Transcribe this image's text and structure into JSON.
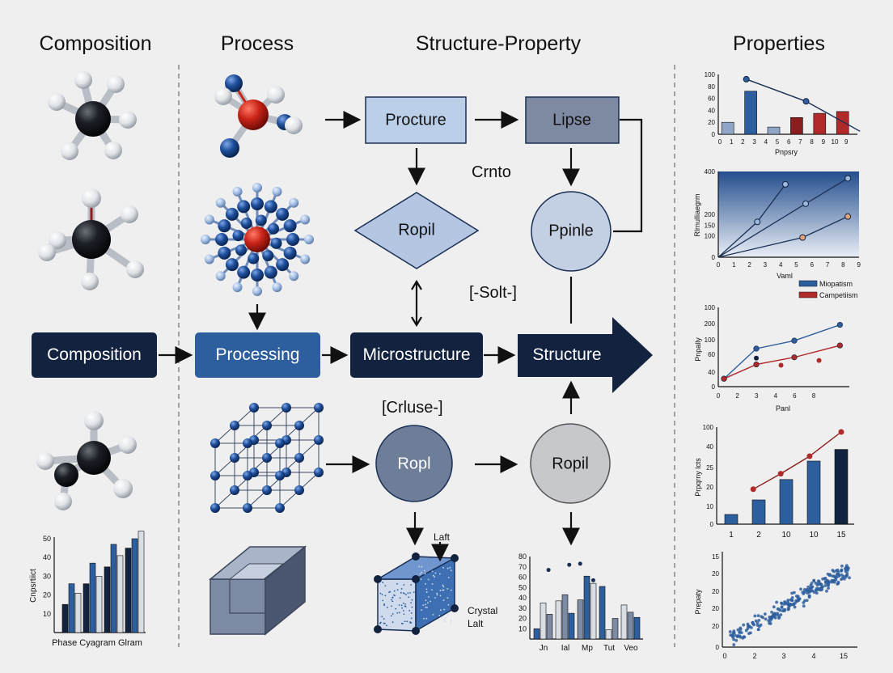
{
  "columns": {
    "composition": "Composition",
    "process": "Process",
    "structure_property": "Structure-Property",
    "properties": "Properties"
  },
  "flow": {
    "composition": "Composition",
    "processing": "Processing",
    "microstructure": "Microstructure",
    "structure": "Structure"
  },
  "nodes": {
    "procture": "Procture",
    "lipse": "Lipse",
    "ropil_diamond": "Ropil",
    "ppinle": "Ppinle",
    "ropl_circle": "Ropl",
    "ropil_circle": "Ropil"
  },
  "labels": {
    "crnto": "Crnto",
    "solt": "[-Solt-]",
    "crluse": "[Crluse-]",
    "laft": "Laft",
    "crystal_line1": "Crystal",
    "crystal_line2": "Lalt"
  },
  "chart_data": [
    {
      "id": "composition-bars",
      "type": "bar",
      "xlabel": "Phase Cyagram Glram",
      "ylabel": "Cnpsrtiict",
      "ylim": [
        0,
        50
      ],
      "yticks": [
        10,
        20,
        30,
        40,
        50
      ],
      "series": [
        {
          "values": [
            15,
            26,
            35,
            45
          ]
        },
        {
          "values": [
            26,
            37,
            47,
            50
          ]
        },
        {
          "values": [
            21,
            30,
            41,
            54
          ]
        }
      ],
      "colors": [
        "#13223f",
        "#2d5e9d",
        "#d9dde4"
      ]
    },
    {
      "id": "structure-bars",
      "type": "bar",
      "categories": [
        "Jn",
        "Ial",
        "Mp",
        "Tut",
        "Veo"
      ],
      "ylim": [
        0,
        80
      ],
      "yticks": [
        10,
        20,
        30,
        40,
        50,
        60,
        70,
        80
      ],
      "series": [
        {
          "values": [
            10,
            37,
            38,
            51,
            33
          ]
        },
        {
          "values": [
            35,
            43,
            61,
            9,
            26
          ]
        },
        {
          "values": [
            24,
            25,
            54,
            20,
            21
          ]
        }
      ],
      "dots": [
        [
          1.3,
          67
        ],
        [
          2.25,
          72
        ],
        [
          2.75,
          73
        ],
        [
          3.35,
          57
        ]
      ]
    },
    {
      "id": "prop-chart-1",
      "type": "bar",
      "xlabel": "Pnpsry",
      "ylim": [
        0,
        100
      ],
      "yticks": [
        0,
        20,
        40,
        60,
        80,
        100
      ],
      "xticks": [
        "0",
        "1",
        "2",
        "3",
        "4",
        "5",
        "6",
        "7",
        "8",
        "9",
        "10",
        "9"
      ],
      "bars": [
        {
          "x": 1,
          "value": 20,
          "color": "#8fa6c6"
        },
        {
          "x": 3,
          "value": 72,
          "color": "#2d5e9d"
        },
        {
          "x": 5,
          "value": 12,
          "color": "#8fa6c6"
        },
        {
          "x": 7,
          "value": 28,
          "color": "#8a1d1d"
        },
        {
          "x": 9,
          "value": 35,
          "color": "#b02a2a"
        },
        {
          "x": 11,
          "value": 38,
          "color": "#b02a2a"
        }
      ],
      "line": [
        [
          2.3,
          92
        ],
        [
          7.5,
          55
        ],
        [
          12.2,
          5
        ]
      ]
    },
    {
      "id": "prop-chart-2",
      "type": "line",
      "xlabel": "Vaml",
      "ylabel": "Rlrnulliaegrm",
      "ylim": [
        0,
        400
      ],
      "yticks": [
        0,
        100,
        150,
        200,
        400
      ],
      "xticks": [
        "0",
        "1",
        "2",
        "3",
        "4",
        "5",
        "6",
        "7",
        "8",
        "9"
      ],
      "series": [
        {
          "points": [
            [
              0,
              0
            ],
            [
              2.5,
              165
            ],
            [
              4.3,
              340
            ]
          ],
          "color": "#1a2f55"
        },
        {
          "points": [
            [
              0,
              0
            ],
            [
              5.6,
              250
            ],
            [
              8.3,
              368
            ]
          ],
          "color": "#1a2f55"
        },
        {
          "points": [
            [
              0,
              0
            ],
            [
              5.4,
              92
            ],
            [
              8.3,
              190
            ]
          ],
          "color": "#1a2f55"
        }
      ]
    },
    {
      "id": "prop-chart-3",
      "type": "line",
      "xlabel": "Panl",
      "ylabel": "Pnpally",
      "ylim": [
        0,
        100
      ],
      "yticks": [
        0,
        40,
        60,
        100,
        200
      ],
      "xticks": [
        "0",
        "2",
        "3",
        "4",
        "6",
        "8"
      ],
      "legend": [
        "Miopatism",
        "Campetiism"
      ],
      "legend_colors": [
        "#2d5e9d",
        "#b02a2a"
      ],
      "series": [
        {
          "points": [
            [
              0.3,
              10
            ],
            [
              2,
              48
            ],
            [
              4,
              58
            ],
            [
              6.4,
              78
            ]
          ],
          "color": "#2d5e9d"
        },
        {
          "points": [
            [
              0.3,
              10
            ],
            [
              2,
              28
            ],
            [
              4,
              37
            ],
            [
              6.4,
              52
            ]
          ],
          "color": "#b02a2a"
        }
      ],
      "extra_points": [
        [
          2,
          36,
          "#13223f"
        ],
        [
          5.3,
          33,
          "#b02a2a"
        ],
        [
          3.3,
          27,
          "#b02a2a"
        ]
      ]
    },
    {
      "id": "prop-chart-4",
      "type": "bar",
      "ylabel": "Prpqrny lcts",
      "ylim": [
        0,
        100
      ],
      "yticks": [
        0,
        10,
        20,
        25,
        40,
        100
      ],
      "categories": [
        "1",
        "2",
        "10",
        "10",
        "15"
      ],
      "values": [
        10,
        25,
        46,
        65,
        77
      ],
      "line": [
        [
          1.8,
          36
        ],
        [
          2.8,
          52
        ],
        [
          3.85,
          70
        ],
        [
          5,
          95
        ]
      ]
    },
    {
      "id": "prop-chart-5",
      "type": "scatter",
      "ylabel": "Prepaty",
      "ylim": [
        0,
        15
      ],
      "yticks": [
        0,
        20,
        20,
        20,
        20,
        15
      ],
      "xticks": [
        "0",
        "2",
        "3",
        "4",
        "15"
      ],
      "trend": {
        "x0": 0.1,
        "y0": 0.8,
        "x1": 4.2,
        "y1": 12.5,
        "n": 240,
        "spread": 1.4
      }
    }
  ]
}
